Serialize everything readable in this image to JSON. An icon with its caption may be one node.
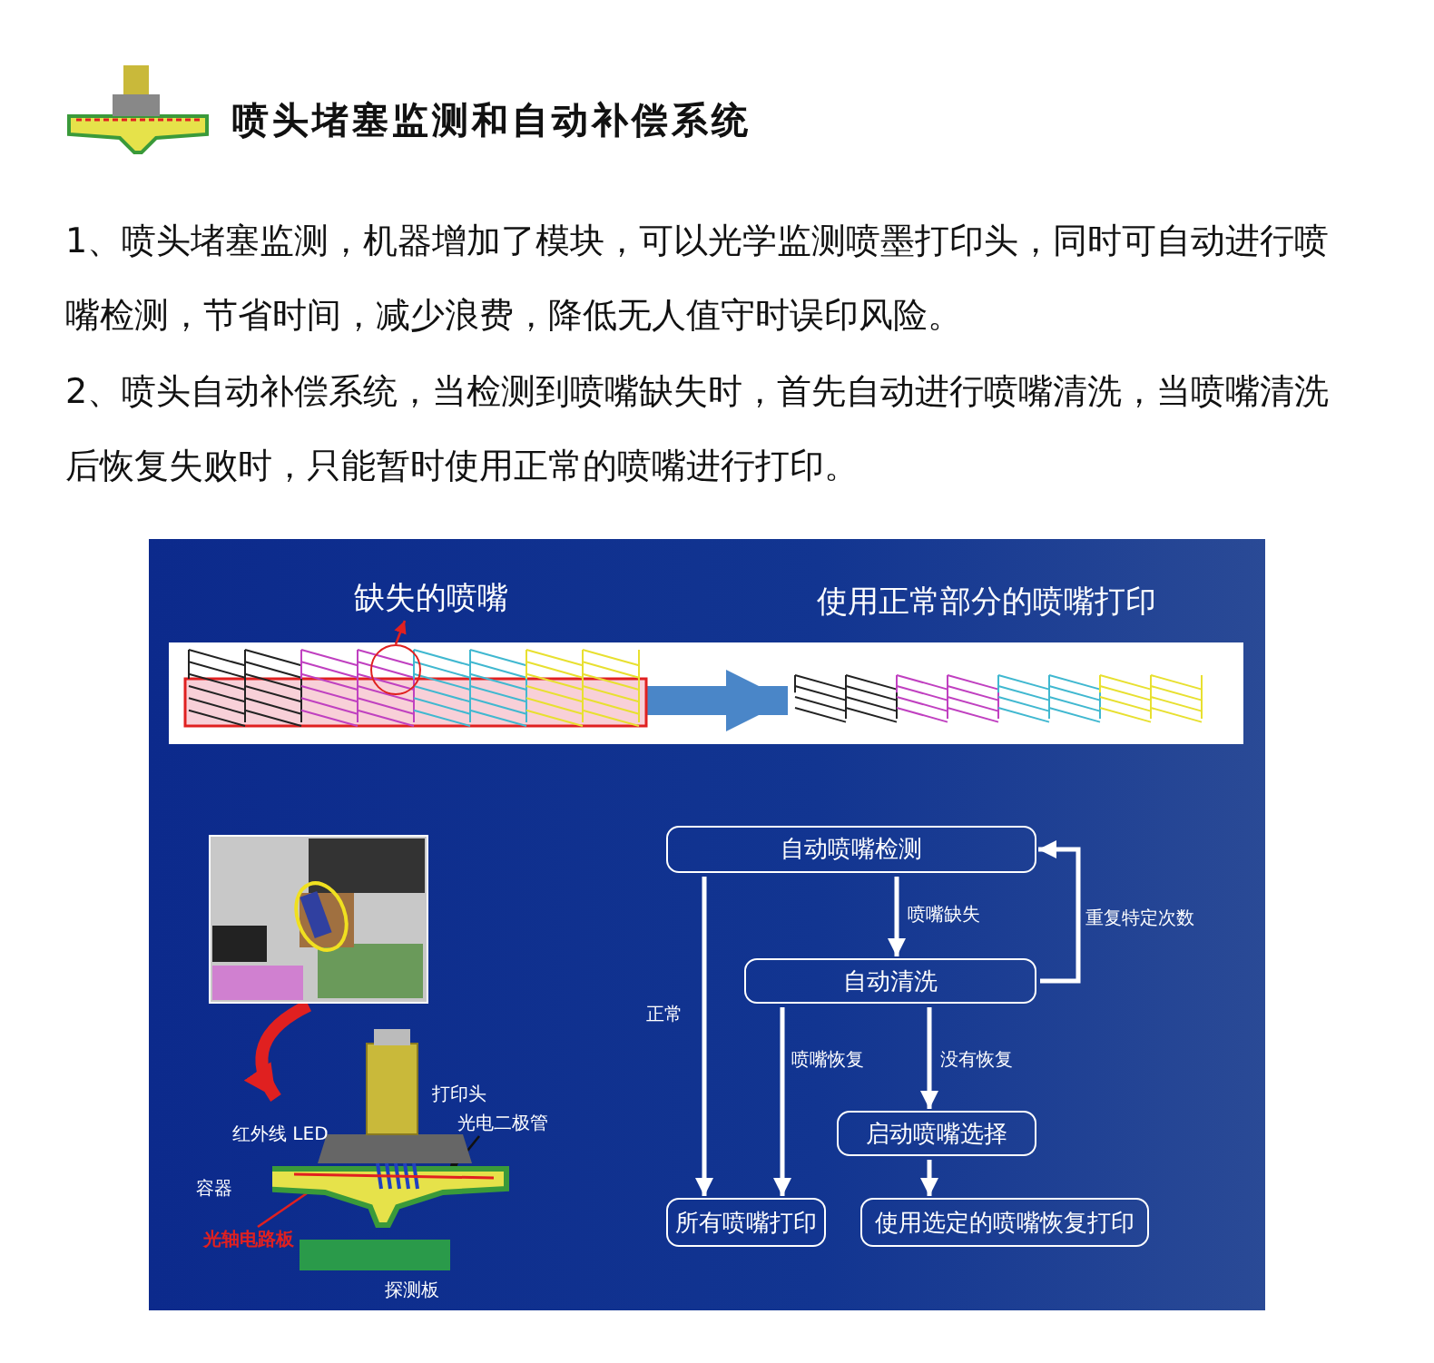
{
  "diagram": {
    "title": "喷头堵塞监测和自动补偿系统",
    "nodes": [
      {
        "text": [
          "自动喷嘴检测"
        ]
      },
      {
        "text": [
          "自动清洗"
        ]
      },
      {
        "text": [
          "启动喷嘴选择"
        ]
      },
      {
        "text": [
          "所有喷嘴打印"
        ]
      },
      {
        "text": [
          "使用选定的喷嘴恢复打印"
        ]
      },
      {
        "text": [],
        "shape": "picture"
      },
      {
        "text": [],
        "shape": "picture",
        "beside": [
          "使用正常部分的喷嘴打印"
        ]
      },
      {
        "text": [
          "缺失的喷嘴"
        ]
      },
      {
        "text": [],
        "shape": "circle"
      },
      {
        "text": [],
        "shape": "picture"
      },
      {
        "text": [],
        "shape": "picture",
        "beside": [
          "探测板"
        ]
      },
      {
        "text": [
          "光电二极管"
        ]
      },
      {
        "text": [
          "光轴电路板"
        ]
      }
    ],
    "edges": [
      {
        "from": 0,
        "to": 3,
        "arrow": "to",
        "label": "正常"
      },
      {
        "from": 0,
        "to": 1,
        "arrow": "to",
        "label": "喷嘴缺失"
      },
      {
        "from": 1,
        "to": 0,
        "arrow": "to",
        "label": "重复特定次数"
      },
      {
        "from": 1,
        "to": 3,
        "arrow": "to",
        "label": "喷嘴恢复"
      },
      {
        "from": 1,
        "to": 2,
        "arrow": "to",
        "label": "没有恢复"
      },
      {
        "from": 2,
        "to": 4,
        "arrow": "to"
      },
      {
        "from": 5,
        "to": 6,
        "arrow": "to",
        "style": "thick",
        "color": "#4a86c8"
      },
      {
        "from": 8,
        "to": 7,
        "arrow": "to",
        "color": "#e02020"
      },
      {
        "from": 9,
        "to": 10,
        "arrow": "to",
        "style": "thick",
        "color": "#e02020"
      },
      {
        "from": 11,
        "to": 10,
        "arrow": "to",
        "color": "#111111"
      },
      {
        "from": 12,
        "to": 10,
        "arrow": "to",
        "color": "#e02020"
      }
    ],
    "labels": [
      "1、喷头堵塞监测，机器增加了模块，可以光学监测喷墨打印头，同时可自动进行喷嘴检测，节省时间，减少浪费，降低无人值守时误印风险。",
      "2、喷头自动补偿系统，当检测到喷嘴缺失时，首先自动进行喷嘴清洗，当喷嘴清洗后恢复失败时，只能暂时使用正常的喷嘴进行打印。",
      "打印头",
      "红外线 LED",
      "容器"
    ]
  }
}
